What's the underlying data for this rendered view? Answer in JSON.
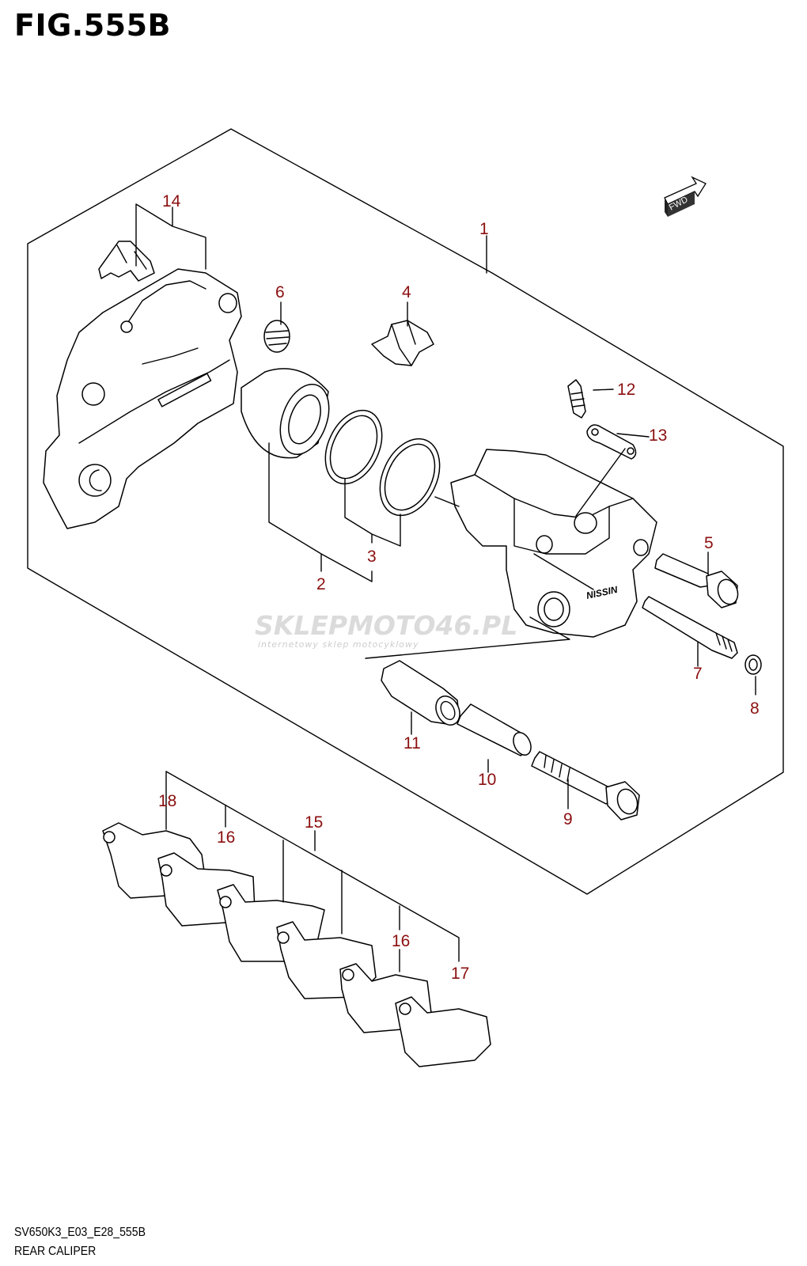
{
  "figure": {
    "title": "FIG.555B",
    "code": "SV650K3_E03_E28_555B",
    "caption": "REAR CALIPER"
  },
  "direction_badge": "FWD",
  "watermark": {
    "brand": "SKLEPMOTO46.PL",
    "tagline": "internetowy sklep motocyklowy"
  },
  "callouts": [
    "1",
    "2",
    "3",
    "4",
    "5",
    "6",
    "7",
    "8",
    "9",
    "10",
    "11",
    "12",
    "13",
    "14",
    "15",
    "16",
    "16",
    "17",
    "18"
  ],
  "colors": {
    "callout": "#8b0f0f",
    "line": "#000000",
    "watermark": "#d8d8d8"
  }
}
